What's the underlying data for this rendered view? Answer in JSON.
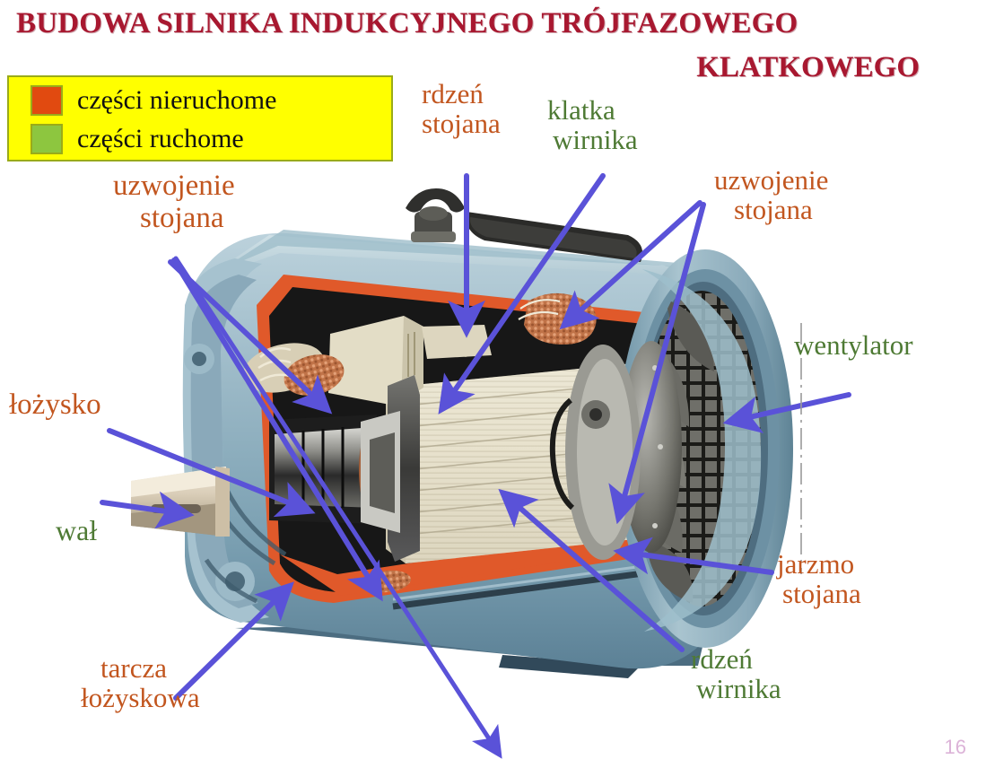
{
  "title": {
    "line1": "BUDOWA SILNIKA INDUKCYJNEGO TRÓJFAZOWEGO",
    "line2": "KLATKOWEGO",
    "color": "#a81830"
  },
  "legend": {
    "items": [
      {
        "label": "części nieruchome",
        "color": "#e14a10",
        "swatch_name": "fixed-parts-swatch"
      },
      {
        "label": "części ruchome",
        "color": "#8dc63f",
        "swatch_name": "moving-parts-swatch"
      }
    ],
    "background": "#ffff00",
    "border": "#9aab18"
  },
  "labels": {
    "stator_winding_left": {
      "line1": "uzwojenie",
      "line2": "stojana",
      "color": "#c2561f"
    },
    "stator_core": {
      "line1": "rdzeń",
      "line2": "stojana",
      "color": "#c2561f"
    },
    "rotor_cage": {
      "line1": "klatka",
      "line2": "wirnika",
      "color": "#4e7a34"
    },
    "stator_winding_right": {
      "line1": "uzwojenie",
      "line2": "stojana",
      "color": "#c2561f"
    },
    "fan": {
      "line1": "wentylator",
      "line2": "",
      "color": "#4e7a34"
    },
    "bearing": {
      "line1": "łożysko",
      "line2": "",
      "color": "#c2561f"
    },
    "shaft": {
      "line1": "wał",
      "line2": "",
      "color": "#4e7a34"
    },
    "stator_yoke": {
      "line1": "jarzmo",
      "line2": "stojana",
      "color": "#c2561f"
    },
    "rotor_core": {
      "line1": "rdzeń",
      "line2": "wirnika",
      "color": "#4e7a34"
    },
    "bearing_shield": {
      "line1": "tarcza",
      "line2": "łożyskowa",
      "color": "#c2561f"
    }
  },
  "page": {
    "number": "16",
    "color": "#dcb3d8"
  },
  "artwork": {
    "name": "three-phase-squirrel-cage-induction-motor-cutaway",
    "arrow_color": "#5a52d8",
    "housing_color": "#8fb0c0",
    "insulation_color": "#e05a2a",
    "copper_color": "#c9774a",
    "rotor_core_color": "#e8e3cf"
  }
}
